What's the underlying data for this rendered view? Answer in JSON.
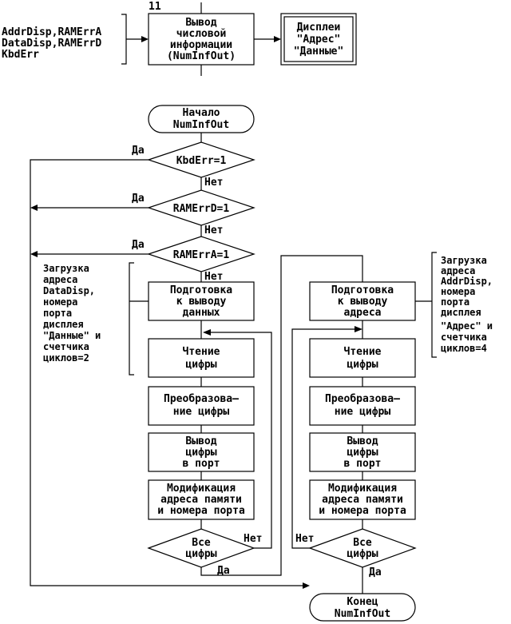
{
  "header": {
    "block_number": "11",
    "inputs": [
      "AddrDisp,RAMErrA",
      "DataDisp,RAMErrD",
      "KbdErr"
    ],
    "block_label": [
      "Вывод",
      "числовой",
      "информации",
      "(NumInfOut)"
    ],
    "output_label": [
      "Дисплеи",
      "\"Адрес\"",
      "\"Данные\""
    ]
  },
  "flow": {
    "start": [
      "Начало",
      "NumInfOut"
    ],
    "end": [
      "Конец",
      "NumInfOut"
    ],
    "decisions": {
      "kbd": "KbdErr=1",
      "ramd": "RAMErrD=1",
      "rama": "RAMErrA=1",
      "all_left": [
        "Все",
        "цифры"
      ],
      "all_right": [
        "Все",
        "цифры"
      ]
    },
    "labels": {
      "yes": "Да",
      "no": "Нет"
    },
    "left_column": {
      "prepare": [
        "Подготовка",
        "к  выводу",
        "данных"
      ],
      "read": [
        "Чтение",
        "цифры"
      ],
      "convert": [
        "Преобразова–",
        "ние  цифры"
      ],
      "output": [
        "Вывод",
        "цифры",
        "в  порт"
      ],
      "modify": [
        "Модификация",
        "адреса памяти",
        "и номера порта"
      ]
    },
    "right_column": {
      "prepare": [
        "Подготовка",
        "к  выводу",
        "адреса"
      ],
      "read": [
        "Чтение",
        "цифры"
      ],
      "convert": [
        "Преобразова–",
        "ние  цифры"
      ],
      "output": [
        "Вывод",
        "цифры",
        "в  порт"
      ],
      "modify": [
        "Модификация",
        "адреса памяти",
        "и номера порта"
      ]
    },
    "comments": {
      "left": [
        "Загрузка",
        "адреса",
        "DataDisp,",
        "номера",
        "порта",
        "дисплея",
        "\"Данные\"  и",
        "счетчика",
        "циклов=2"
      ],
      "right": [
        "Загрузка",
        "адреса",
        "AddrDisp,",
        "номера",
        "порта",
        "дисплея",
        "\"Адрес\"  и",
        "счетчика",
        "циклов=4"
      ]
    }
  }
}
